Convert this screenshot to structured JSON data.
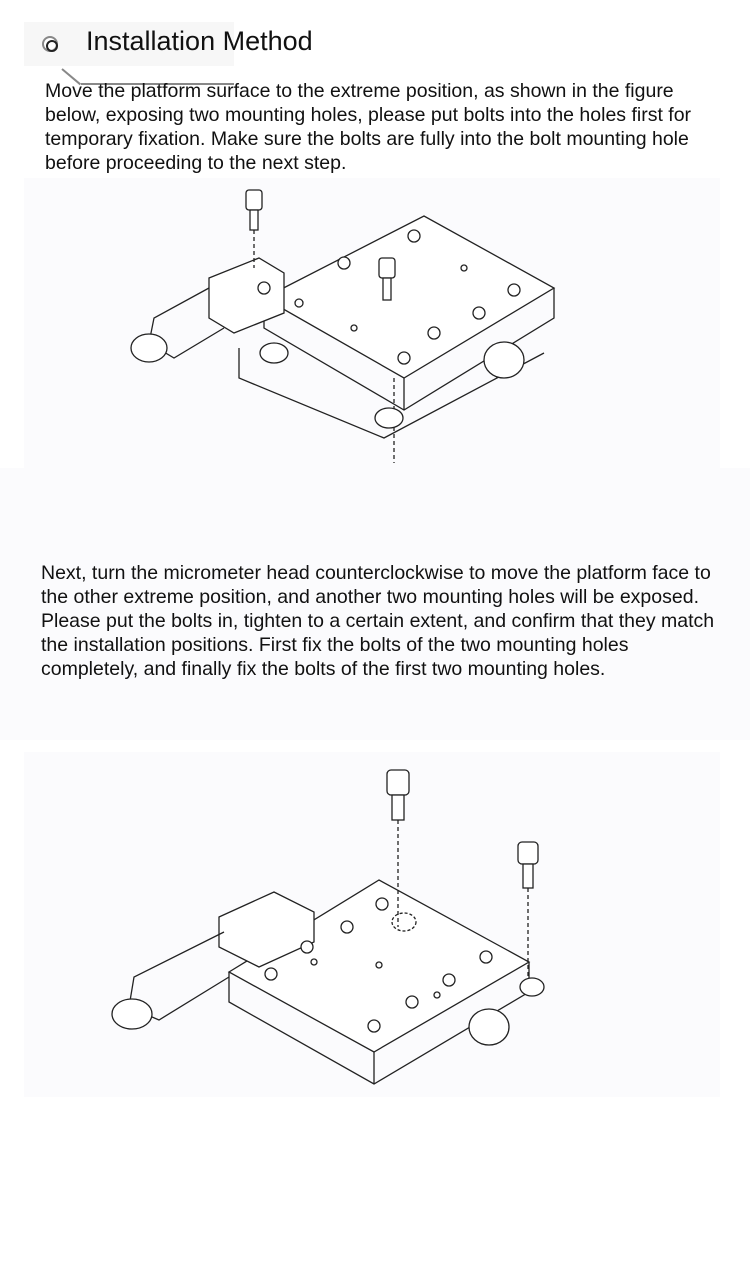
{
  "section": {
    "title": "Installation Method",
    "icon": "target-bullet-icon"
  },
  "paragraphs": [
    "Move the platform surface to the extreme position, as shown in the figure below, exposing two mounting holes, please put bolts into the holes first for temporary fixation. Make sure the bolts are fully into the bolt mounting hole before proceeding to the next step.",
    "Next, turn the micrometer head counterclockwise to move the platform face to the other extreme position, and another two mounting holes will be exposed. Please put the bolts in, tighten to a certain extent, and confirm that they match the installation positions. First fix the bolts of the two mounting holes completely, and finally fix the bolts of the first two mounting holes."
  ],
  "figures": [
    {
      "label": "diagram-stage-first-extreme"
    },
    {
      "label": "diagram-stage-second-extreme"
    }
  ]
}
